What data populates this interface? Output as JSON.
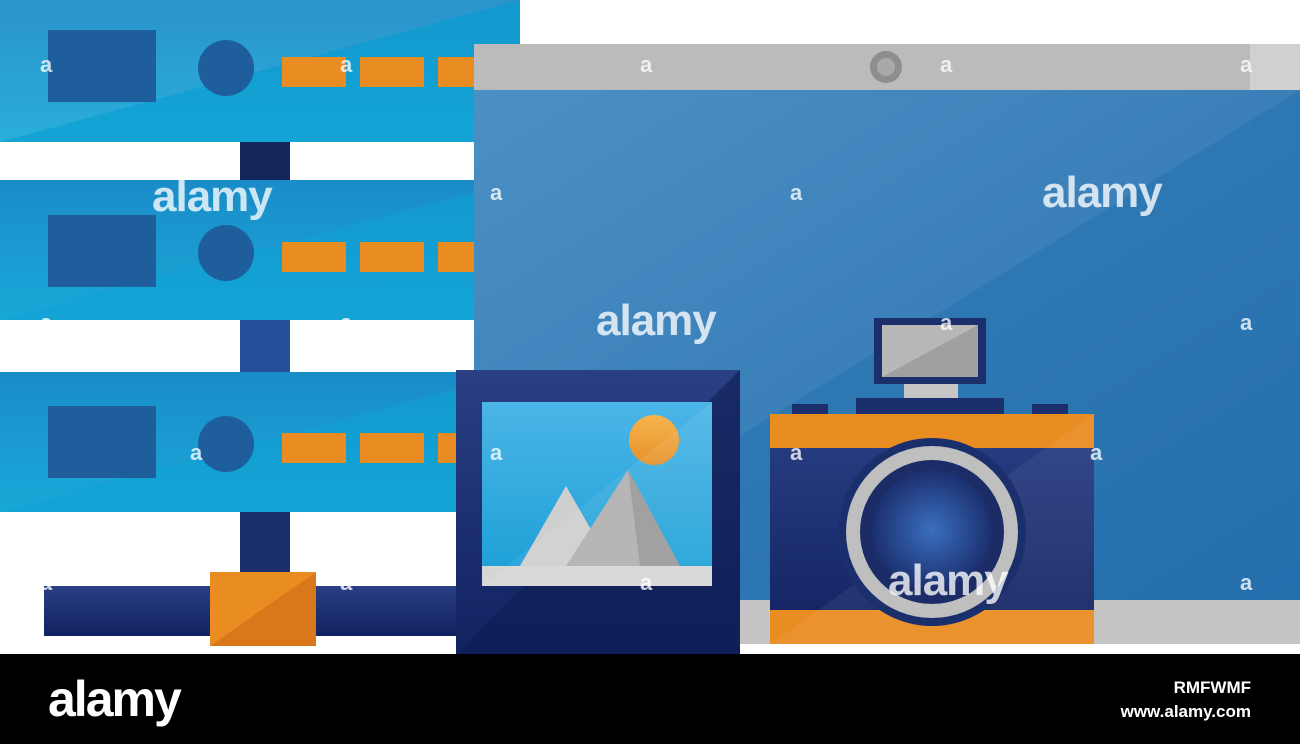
{
  "watermark": {
    "brand": "alamy",
    "mark": "a"
  },
  "footer": {
    "logo": "alamy",
    "image_id": "RMFWMF",
    "url": "www.alamy.com"
  },
  "icons": [
    "server-rack-icon",
    "network-node-icon",
    "computer-monitor-icon",
    "photo-frame-icon",
    "photo-camera-icon"
  ],
  "colors": {
    "sky_blue": "#2aa9d9",
    "screen_blue": "#3f88bd",
    "navy": "#1a2f6b",
    "orange": "#e98c21",
    "gray": "#b9b9b9",
    "footer_bg": "#000000"
  }
}
